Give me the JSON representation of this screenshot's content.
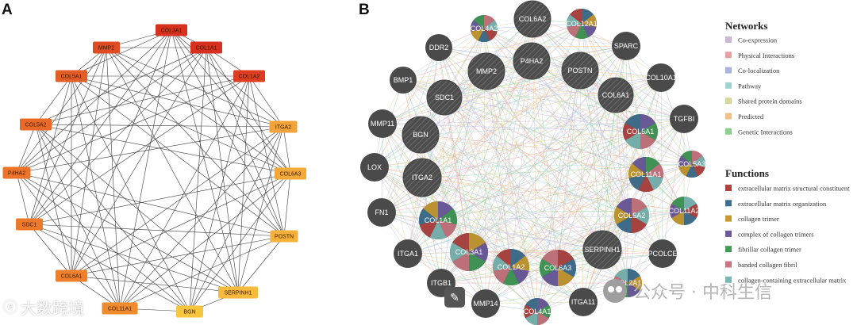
{
  "panel_a": {
    "letter": "A",
    "nodes": [
      "COL3A1",
      "COL1A1",
      "COL1A2",
      "ITGA2",
      "COL6A3",
      "POSTN",
      "SERPINH1",
      "BGN",
      "COL11A1",
      "COL6A1",
      "SDC1",
      "P4HA2",
      "COL5A2",
      "COL5A1",
      "MMP2"
    ],
    "colors": [
      "#d7301f",
      "#d7301f",
      "#de3d20",
      "#f2a33a",
      "#f3a93a",
      "#f5b23a",
      "#f6bb3c",
      "#f8c53e",
      "#f08b2e",
      "#ee7f2c",
      "#ed7a2b",
      "#eb742a",
      "#e96a28",
      "#e55d26",
      "#e04c22"
    ]
  },
  "panel_b": {
    "letter": "B",
    "nodes": [
      {
        "label": "COL6A2",
        "type": "query"
      },
      {
        "label": "COL12A1",
        "type": "pie"
      },
      {
        "label": "SPARC",
        "type": "plain"
      },
      {
        "label": "COL10A1",
        "type": "plain"
      },
      {
        "label": "TGFBI",
        "type": "plain"
      },
      {
        "label": "COL5A3",
        "type": "pie"
      },
      {
        "label": "COL11A2",
        "type": "pie"
      },
      {
        "label": "PCOLCE",
        "type": "plain"
      },
      {
        "label": "COL2A1",
        "type": "pie"
      },
      {
        "label": "ITGA11",
        "type": "plain"
      },
      {
        "label": "COL4A1",
        "type": "pie"
      },
      {
        "label": "MMP14",
        "type": "plain"
      },
      {
        "label": "ITGB1",
        "type": "plain"
      },
      {
        "label": "ITGA1",
        "type": "plain"
      },
      {
        "label": "FN1",
        "type": "plain"
      },
      {
        "label": "LOX",
        "type": "plain"
      },
      {
        "label": "MMP11",
        "type": "plain"
      },
      {
        "label": "BMP1",
        "type": "plain"
      },
      {
        "label": "DDR2",
        "type": "plain"
      },
      {
        "label": "COL4A2",
        "type": "pie"
      },
      {
        "label": "MMP2",
        "type": "query"
      },
      {
        "label": "P4HA2",
        "type": "query"
      },
      {
        "label": "POSTN",
        "type": "query"
      },
      {
        "label": "COL6A1",
        "type": "query"
      },
      {
        "label": "COL5A1",
        "type": "pie"
      },
      {
        "label": "COL11A1",
        "type": "pie"
      },
      {
        "label": "COL5A2",
        "type": "pie"
      },
      {
        "label": "SERPINH1",
        "type": "query"
      },
      {
        "label": "COL6A3",
        "type": "pie"
      },
      {
        "label": "COL1A2",
        "type": "pie"
      },
      {
        "label": "COL3A1",
        "type": "pie"
      },
      {
        "label": "COL1A1",
        "type": "pie"
      },
      {
        "label": "ITGA2",
        "type": "query"
      },
      {
        "label": "BGN",
        "type": "query"
      },
      {
        "label": "SDC1",
        "type": "query"
      }
    ]
  },
  "legend": {
    "networks_title": "Networks",
    "networks": [
      {
        "label": "Co-expression",
        "color": "#c9b9d6"
      },
      {
        "label": "Physical Interactions",
        "color": "#e8a1a1"
      },
      {
        "label": "Co-localization",
        "color": "#a9b3e0"
      },
      {
        "label": "Pathway",
        "color": "#9fd3d0"
      },
      {
        "label": "Shared protein domains",
        "color": "#d6d79a"
      },
      {
        "label": "Predicted",
        "color": "#f0c08a"
      },
      {
        "label": "Genetic Interactions",
        "color": "#8ccf8c"
      }
    ],
    "functions_title": "Functions",
    "functions": [
      {
        "label": "extracellular matrix structural constituent",
        "color": "#b0413e"
      },
      {
        "label": "extracellular matrix organization",
        "color": "#3c6f8f"
      },
      {
        "label": "collagen trimer",
        "color": "#c69a2e"
      },
      {
        "label": "complex of collagen trimers",
        "color": "#6c5a9e"
      },
      {
        "label": "fibrillar collagen trimer",
        "color": "#3f9a55"
      },
      {
        "label": "banded collagen fibril",
        "color": "#c9747e"
      },
      {
        "label": "collagen-containing extracellular matrix",
        "color": "#79b8b4"
      }
    ]
  },
  "watermarks": {
    "left": "大数跨境",
    "right": "公众号 · 中科生信"
  }
}
